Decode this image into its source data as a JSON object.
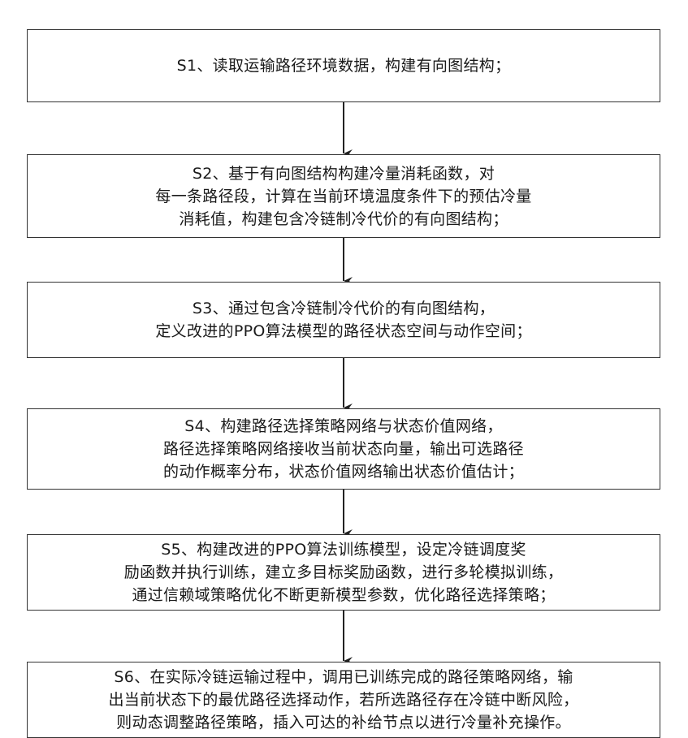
{
  "steps": [
    {
      "id": "S1",
      "lines": [
        "S1、读取运输路径环境数据，构建有向图结构；"
      ]
    },
    {
      "id": "S2",
      "lines": [
        "S2、基于有向图结构构建冷量消耗函数，对",
        "每一条路径段，计算在当前环境温度条件下的预估冷量",
        "消耗值，构建包含冷链制冷代价的有向图结构；"
      ]
    },
    {
      "id": "S3",
      "lines": [
        "S3、通过包含冷链制冷代价的有向图结构，",
        "定义改进的PPO算法模型的路径状态空间与动作空间；"
      ]
    },
    {
      "id": "S4",
      "lines": [
        "S4、构建路径选择策略网络与状态价值网络，",
        "路径选择策略网络接收当前状态向量，输出可选路径",
        "的动作概率分布，状态价值网络输出状态价值估计；"
      ]
    },
    {
      "id": "S5",
      "lines": [
        "S5、构建改进的PPO算法训练模型，设定冷链调度奖",
        "励函数并执行训练，建立多目标奖励函数，进行多轮模拟训练，",
        "通过信赖域策略优化不断更新模型参数，优化路径选择策略；"
      ]
    },
    {
      "id": "S6",
      "lines": [
        "S6、在实际冷链运输过程中，调用已训练完成的路径策略网络，输",
        "出当前状态下的最优路径选择动作，若所选路径存在冷链中断风险，",
        "则动态调整路径策略，插入可达的补给节点以进行冷量补充操作。"
      ]
    }
  ],
  "style": {
    "border_color": "#333333",
    "arrow_color": "#222222",
    "text_color": "#1a1a1a"
  }
}
